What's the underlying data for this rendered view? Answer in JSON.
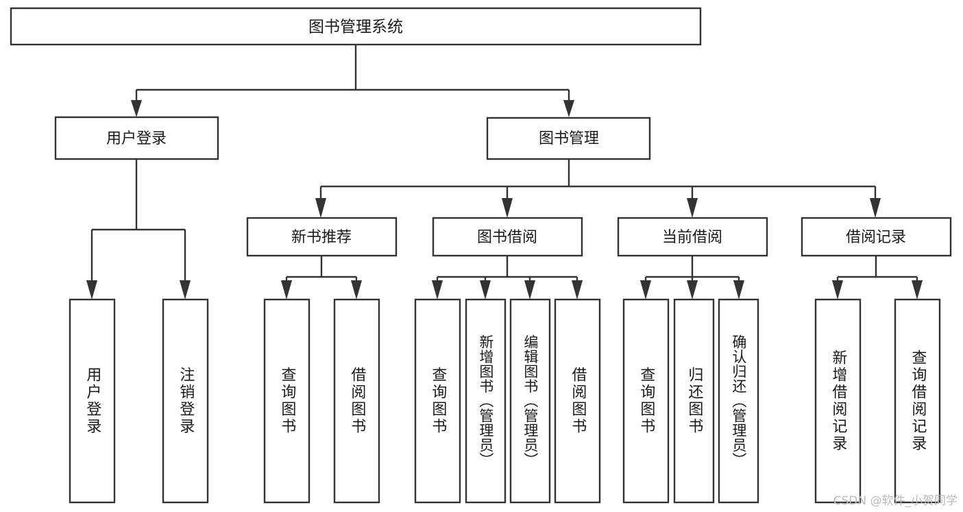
{
  "diagram": {
    "type": "tree",
    "title": "图书管理系统",
    "orientation": "top-down",
    "colors": {
      "box_fill": "#ffffff",
      "box_stroke": "#333333",
      "text": "#1a1a1a",
      "watermark": "#b9b9b9"
    },
    "root": {
      "label": "图书管理系统"
    },
    "level2": [
      {
        "label": "用户登录"
      },
      {
        "label": "图书管理"
      }
    ],
    "level3": [
      {
        "label": "新书推荐"
      },
      {
        "label": "图书借阅"
      },
      {
        "label": "当前借阅"
      },
      {
        "label": "借阅记录"
      }
    ],
    "leaves": {
      "user_login": [
        {
          "label": "用户登录"
        },
        {
          "label": "注销登录"
        }
      ],
      "new_book_recommend": [
        {
          "label": "查询图书"
        },
        {
          "label": "借阅图书"
        }
      ],
      "book_borrow": [
        {
          "label": "查询图书"
        },
        {
          "label": "新增图书（管理员）"
        },
        {
          "label": "编辑图书（管理员）"
        },
        {
          "label": "借阅图书"
        }
      ],
      "current_borrow": [
        {
          "label": "查询图书"
        },
        {
          "label": "归还图书"
        },
        {
          "label": "确认归还（管理员）"
        }
      ],
      "borrow_record": [
        {
          "label": "新增借阅记录"
        },
        {
          "label": "查询借阅记录"
        }
      ]
    }
  },
  "watermark": {
    "text": "CSDN @软件_小贺同学"
  }
}
